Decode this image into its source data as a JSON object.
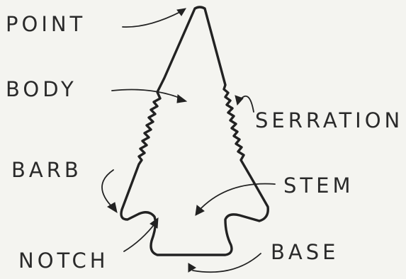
{
  "labels": {
    "point": "POINT",
    "body": "BODY",
    "serration": "SERRATION",
    "barb": "BARB",
    "stem": "STEM",
    "notch": "NOTCH",
    "base": "BASE"
  },
  "colors": {
    "ink": "#222222",
    "paper": "#f4f4f0"
  }
}
